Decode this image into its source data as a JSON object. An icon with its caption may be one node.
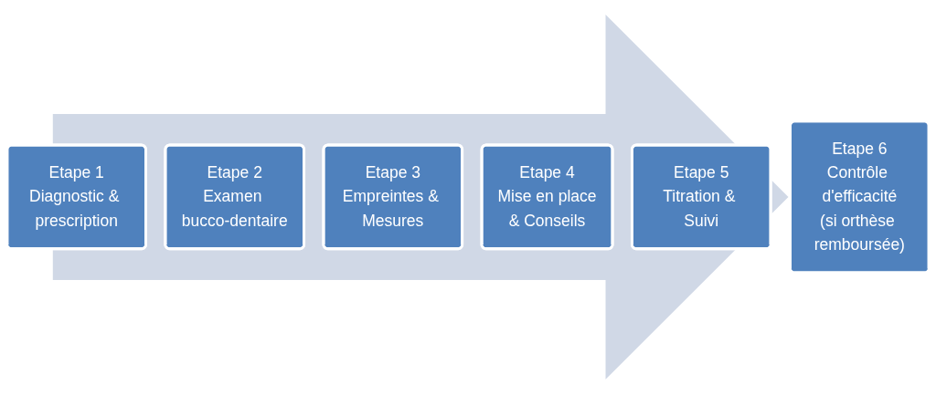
{
  "diagram": {
    "nodes": [
      {
        "text": [
          "Etape 1",
          "Diagnostic & prescription"
        ]
      },
      {
        "text": [
          "Etape 2",
          "Examen bucco-dentaire"
        ]
      },
      {
        "text": [
          "Etape 3",
          "Empreintes & Mesures"
        ]
      },
      {
        "text": [
          "Etape 4",
          "Mise en place",
          "& Conseils"
        ]
      },
      {
        "text": [
          "Etape 5",
          "Titration & Suivi"
        ]
      },
      {
        "text": [
          "Etape 6",
          "Contrôle d'efficacité",
          "(si orthèse remboursée)"
        ]
      }
    ],
    "edges": [
      {
        "from": 0,
        "to": 5,
        "arrow": "to",
        "style": "thick"
      }
    ]
  }
}
